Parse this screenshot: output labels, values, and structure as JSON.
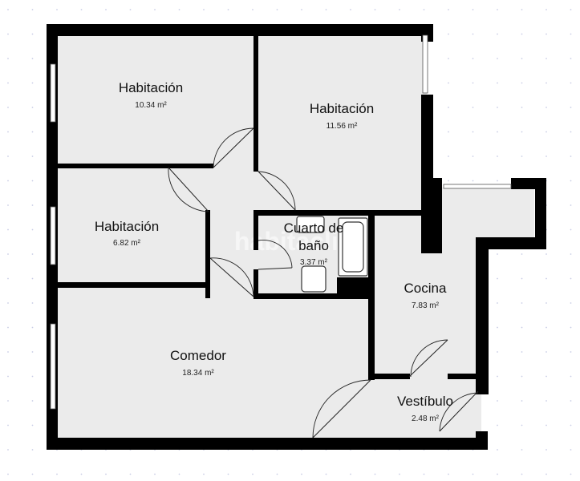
{
  "rooms": [
    {
      "id": "habitacion-1",
      "name": "Habitación",
      "area": "10.34 m²"
    },
    {
      "id": "habitacion-2",
      "name": "Habitación",
      "area": "11.56 m²"
    },
    {
      "id": "habitacion-3",
      "name": "Habitación",
      "area": "6.82 m²"
    },
    {
      "id": "bano",
      "name_line1": "Cuarto de",
      "name_line2": "baño",
      "area": "3.37 m²"
    },
    {
      "id": "cocina",
      "name": "Cocina",
      "area": "7.83 m²"
    },
    {
      "id": "comedor",
      "name": "Comedor",
      "area": "18.34 m²"
    },
    {
      "id": "vestibulo",
      "name": "Vestíbulo",
      "area": "2.48 m²"
    }
  ],
  "watermark": "habitaclia",
  "colors": {
    "floor": "#ebebeb",
    "wall": "#000000",
    "background": "#ffffff",
    "grid": "#c9cde6"
  }
}
